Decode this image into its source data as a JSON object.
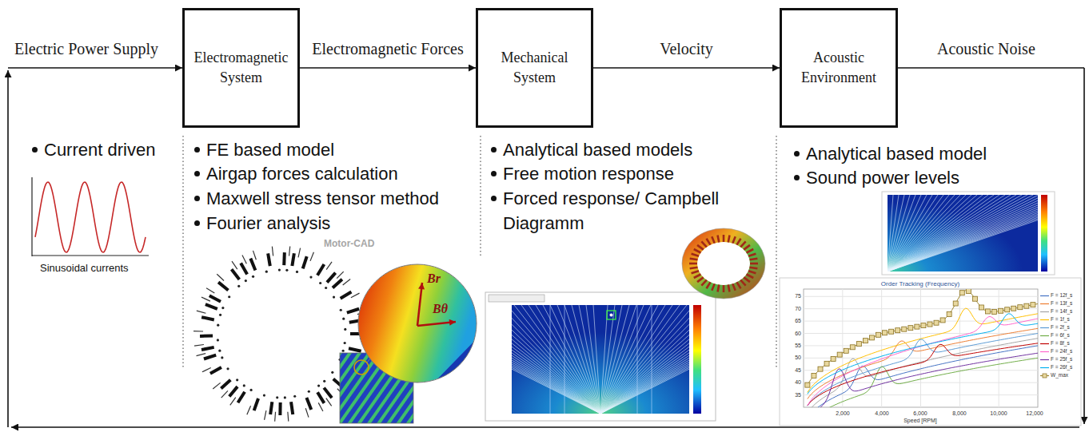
{
  "diagram": {
    "nodes": [
      {
        "text": [
          "Electromagnetic System"
        ]
      },
      {
        "text": [
          "Mechanical System"
        ]
      },
      {
        "text": [
          "Acoustic Environment"
        ]
      }
    ],
    "edges": [
      {
        "from": 0,
        "to": 1,
        "arrow": "to",
        "label": "Electromagnetic Forces"
      },
      {
        "from": 1,
        "to": 2,
        "arrow": "to",
        "label": "Velocity"
      }
    ],
    "labels": [
      "Electric Power Supply",
      "Acoustic Noise",
      "Current driven",
      "Sinusoidal currents",
      "FE based model",
      "Airgap forces calculation",
      "Maxwell stress tensor method",
      "Fourier analysis",
      "Motor-CAD",
      "Br",
      "Bθ",
      "Analytical based models",
      "Free motion response",
      "Forced response/ Campbell Diagramm",
      "Analytical based model",
      "Sound power levels",
      "Order Tracking (Frequency)",
      "2,000",
      "4,000",
      "6,000",
      "8,000",
      "10,000",
      "12,000",
      "Speed [RPM]",
      "75",
      "70",
      "65",
      "60",
      "55",
      "50",
      "45",
      "40",
      "35"
    ],
    "legend": [
      {
        "text": "F = 12f_s"
      },
      {
        "text": "F = 13f_s"
      },
      {
        "text": "F = 14f_s"
      },
      {
        "text": "F = 1f_s"
      },
      {
        "text": "F = 2f_s"
      },
      {
        "text": "F = 6f_s"
      },
      {
        "text": "F = 8f_s"
      },
      {
        "text": "F = 24f_s"
      },
      {
        "text": "F = 25f_s"
      },
      {
        "text": "F = 26f_s"
      },
      {
        "text": "W_max"
      }
    ]
  }
}
